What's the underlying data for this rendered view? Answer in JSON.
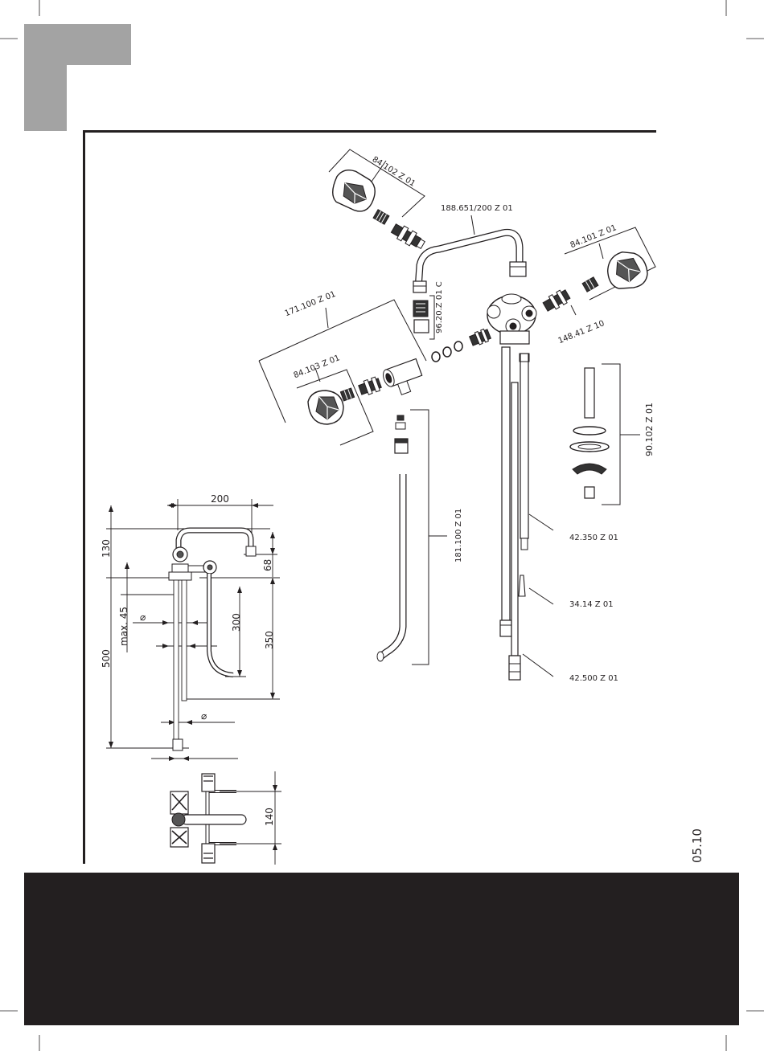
{
  "part_labels": {
    "p84102": "84.102 Z 01",
    "p188651": "188.651/200 Z 01",
    "p84101": "84.101 Z 01",
    "p171100": "171.100 Z 01",
    "p9620": "96.20.Z 01 C",
    "p14841": "148.41 Z 10",
    "p84103": "84.103 Z 01",
    "p90102": "90.102 Z 01",
    "p181100": "181.100 Z 01",
    "p42350": "42.350 Z 01",
    "p3414": "34.14 Z 01",
    "p42500": "42.500 Z 01"
  },
  "dimensions": {
    "d200": "200",
    "d130": "130",
    "d68": "68",
    "dmax45": "max. 45",
    "d300": "300",
    "d350": "350",
    "d500": "500",
    "d140": "140",
    "phi1": "⌀",
    "phi2": "⌀"
  },
  "footer": {
    "date": "05.10"
  },
  "colors": {
    "ink": "#231f20",
    "grey_block": "#a3a3a3",
    "band": "#231f20"
  }
}
